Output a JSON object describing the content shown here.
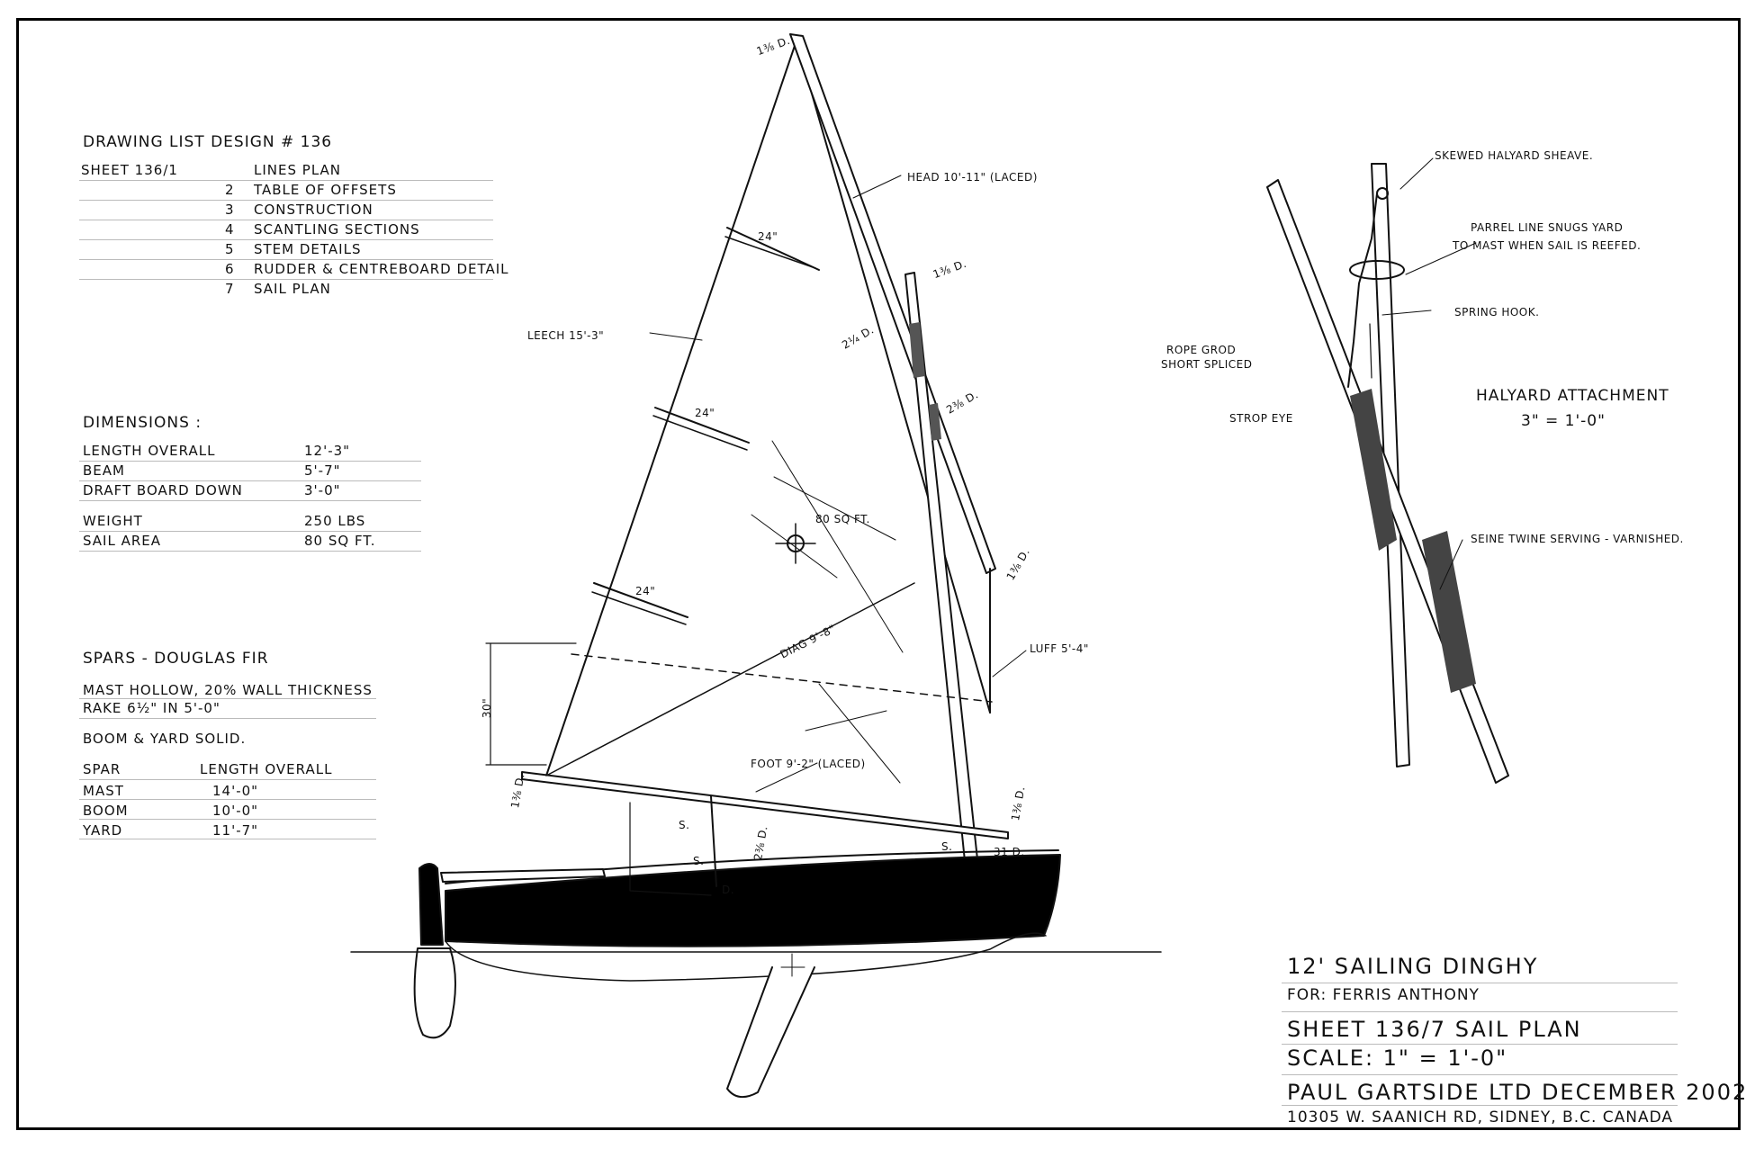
{
  "drawing_list": {
    "heading": "Drawing List   Design # 136",
    "sheets": [
      {
        "num": "Sheet 136/1",
        "name": "Lines Plan"
      },
      {
        "num": "2",
        "name": "Table of Offsets"
      },
      {
        "num": "3",
        "name": "Construction"
      },
      {
        "num": "4",
        "name": "Scantling Sections"
      },
      {
        "num": "5",
        "name": "Stem Details"
      },
      {
        "num": "6",
        "name": "Rudder & Centreboard Detail"
      },
      {
        "num": "7",
        "name": "Sail Plan"
      }
    ]
  },
  "dimensions": {
    "heading": "Dimensions :",
    "rows": [
      {
        "label": "Length Overall",
        "value": "12'-3\""
      },
      {
        "label": "Beam",
        "value": "5'-7\""
      },
      {
        "label": "Draft  Board Down",
        "value": "3'-0\""
      },
      {
        "label": "Weight",
        "value": "250 lbs"
      },
      {
        "label": "Sail Area",
        "value": "80 sq ft."
      }
    ]
  },
  "spars": {
    "heading": "Spars  - Douglas Fir",
    "note1": "Mast Hollow, 20% Wall Thickness",
    "note2": "Rake 6½\" in 5'-0\"",
    "note3": "Boom & Yard Solid.",
    "col_spar": "Spar",
    "col_length": "Length Overall",
    "rows": [
      {
        "spar": "Mast",
        "length": "14'-0\""
      },
      {
        "spar": "Boom",
        "length": "10'-0\""
      },
      {
        "spar": "Yard",
        "length": "11'-7\""
      }
    ]
  },
  "sail_labels": {
    "head": "Head 10'-11\" (Laced)",
    "leech": "Leech 15'-3\"",
    "luff": "Luff 5'-4\"",
    "foot": "Foot 9'-2\" (Laced)",
    "diag": "Diag 9'-8\"",
    "area": "80 sq ft.",
    "batten1": "24\"",
    "batten2": "24\"",
    "batten3": "24\"",
    "height": "30\"",
    "dia_top": "1⅜ D.",
    "dia_yard1": "1⅜ D.",
    "dia_yard2": "1⅜ D.",
    "dia_mast1": "2¼ D.",
    "dia_mast2": "2⅜ D.",
    "dia_boom1": "1⅜ D.",
    "dia_boom2": "1⅜ D.",
    "dia_boom3": "2⅜ D.",
    "dim_31": "31 D.",
    "s1": "S.",
    "s2": "S.",
    "s3": "S.",
    "d1": "D."
  },
  "halyard": {
    "title": "Halyard Attachment",
    "scale": "3\" = 1'-0\"",
    "sheave": "Skewed Halyard Sheave.",
    "parrel1": "Parrel Line Snugs Yard",
    "parrel2": "to Mast When Sail is Reefed.",
    "spring_hook": "Spring Hook.",
    "rope_grommet1": "Rope Grod",
    "rope_grommet2": "Short Spliced",
    "strop_eye": "Strop Eye",
    "serving": "Seine Twine Serving - Varnished."
  },
  "title_block": {
    "title": "12' Sailing Dinghy",
    "client": "For:  Ferris Anthony",
    "sheet": "Sheet 136/7   Sail Plan",
    "scale": "Scale:   1\" = 1'-0\"",
    "firm": "Paul Gartside Ltd    December 2002",
    "address": "10305 W. Saanich Rd, Sidney, B.C. Canada"
  }
}
